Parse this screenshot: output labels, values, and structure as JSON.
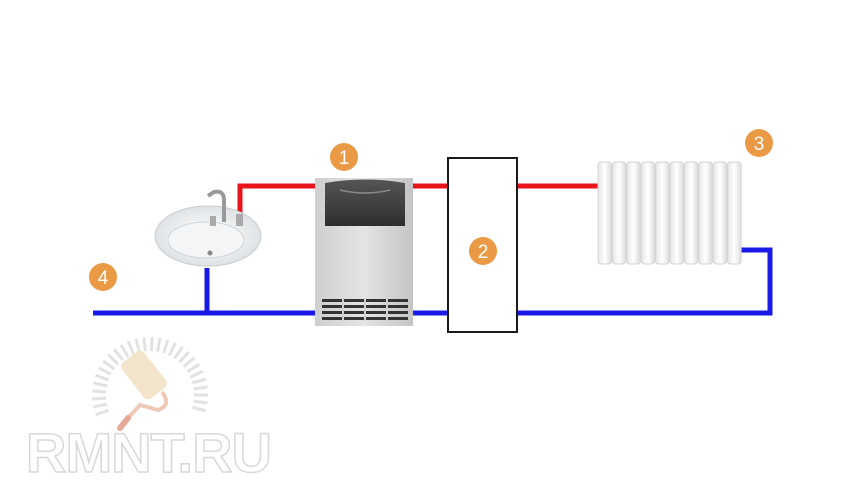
{
  "watermark": "RMNT.RU",
  "labels": {
    "boiler": "1",
    "tank": "2",
    "radiator": "3",
    "sink": "4"
  },
  "colors": {
    "hot_pipe": "#e8141c",
    "cold_pipe": "#1a1ae6",
    "badge": "#ea9a45",
    "tank_border": "#1a1a1a"
  }
}
